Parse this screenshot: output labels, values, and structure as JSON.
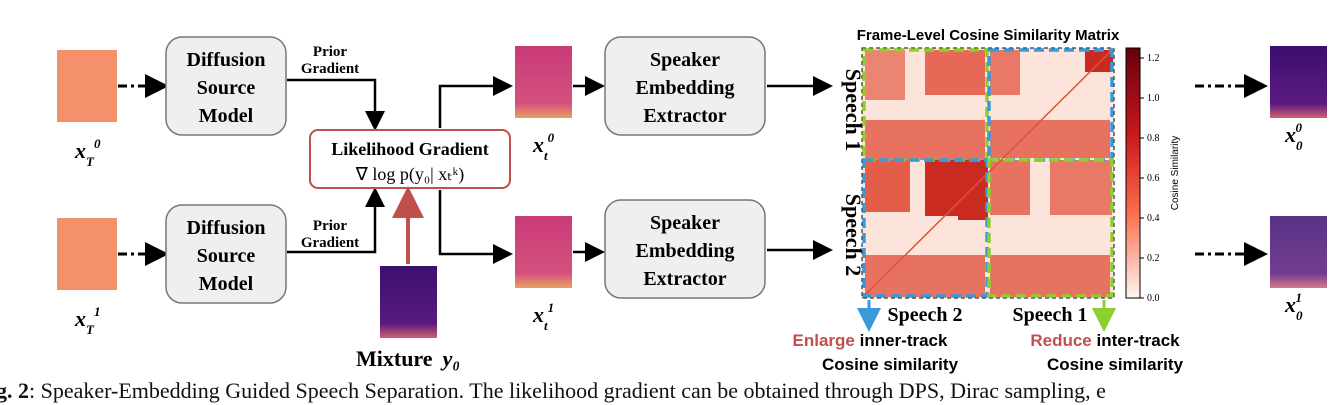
{
  "nodes": {
    "noise_top_label": "x",
    "diffusion_top": [
      "Diffusion",
      "Source",
      "Model"
    ],
    "diffusion_bottom": [
      "Diffusion",
      "Source",
      "Model"
    ],
    "prior_gradient": [
      "Prior",
      "Gradient"
    ],
    "likelihood_title": "Likelihood Gradient",
    "likelihood_formula": "∇ log p(y₀| xₜᵏ)",
    "mixture_label": "Mixture",
    "mixture_symbol": "y₀",
    "speaker_extractor": [
      "Speaker",
      "Embedding",
      "Extractor"
    ],
    "labels": {
      "xT0": "x",
      "xT1": "x",
      "xt0": "x",
      "xt1": "x",
      "x00": "x",
      "x01": "x"
    }
  },
  "matrix": {
    "title": "Frame-Level Cosine Similarity Matrix",
    "row_labels": [
      "Speech 1",
      "Speech 2"
    ],
    "col_labels": [
      "Speech 2",
      "Speech 1"
    ],
    "colorbar_label": "Cosine Similarity",
    "colorbar_ticks": [
      "1.2",
      "1.0",
      "0.8",
      "0.6",
      "0.4",
      "0.2",
      "0.0"
    ],
    "enlarge": {
      "highlight": "Enlarge",
      "rest": " inner-track",
      "line2": "Cosine similarity"
    },
    "reduce": {
      "highlight": "Reduce",
      "rest": " inter-track",
      "line2": "Cosine similarity"
    }
  },
  "colors": {
    "accent_red": "#c0504d",
    "blue": "#3a9ad9",
    "green": "#8ccf2f",
    "noise": "#f4916a"
  },
  "caption": {
    "prefix": "g. 2",
    "text": ": Speaker-Embedding Guided Speech Separation. The likelihood gradient can be obtained through DPS, Dirac sampling, e"
  }
}
